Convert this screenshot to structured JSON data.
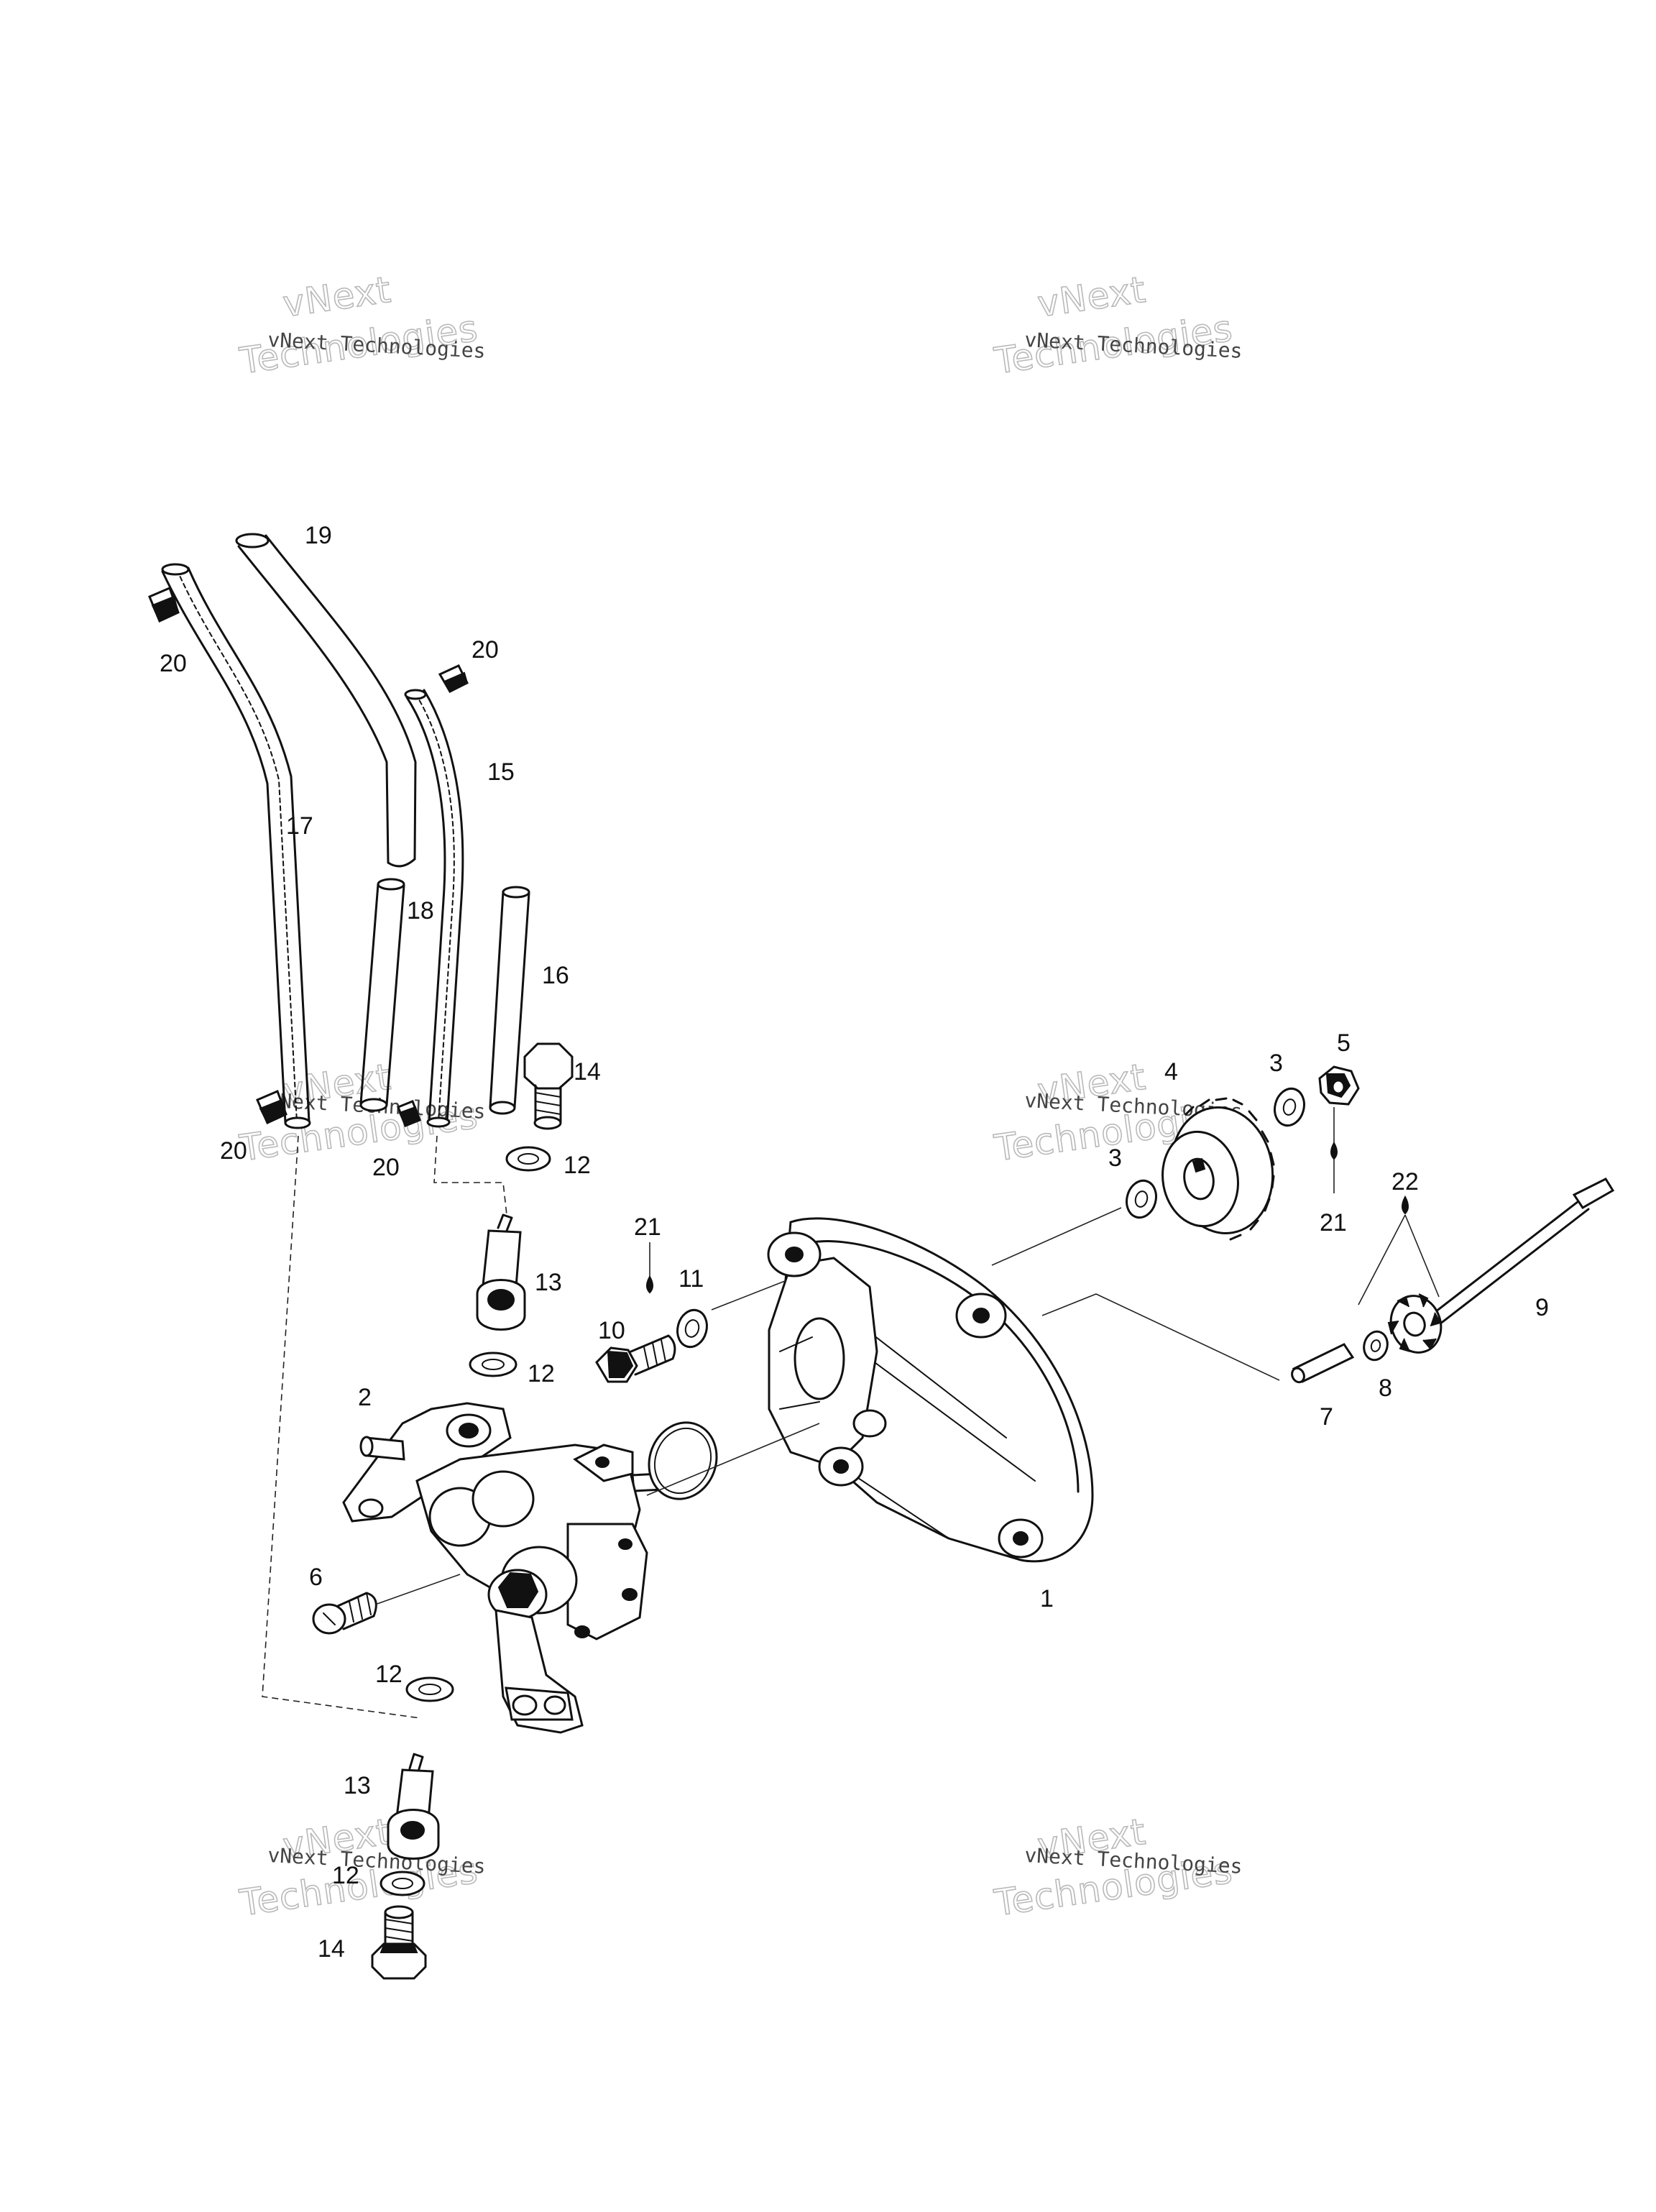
{
  "callouts": {
    "c1": "1",
    "c2": "2",
    "c3a": "3",
    "c3b": "3",
    "c4": "4",
    "c5": "5",
    "c6": "6",
    "c7": "7",
    "c8": "8",
    "c9": "9",
    "c10": "10",
    "c11": "11",
    "c12a": "12",
    "c12b": "12",
    "c12c": "12",
    "c12d": "12",
    "c13a": "13",
    "c13b": "13",
    "c14a": "14",
    "c14b": "14",
    "c15": "15",
    "c16": "16",
    "c17": "17",
    "c18": "18",
    "c19": "19",
    "c20a": "20",
    "c20b": "20",
    "c20c": "20",
    "c20d": "20",
    "c21a": "21",
    "c21b": "21",
    "c22": "22"
  },
  "watermark": {
    "small": "vNext Technologies",
    "big_line1": "vNext",
    "big_line2": "Technologies"
  }
}
